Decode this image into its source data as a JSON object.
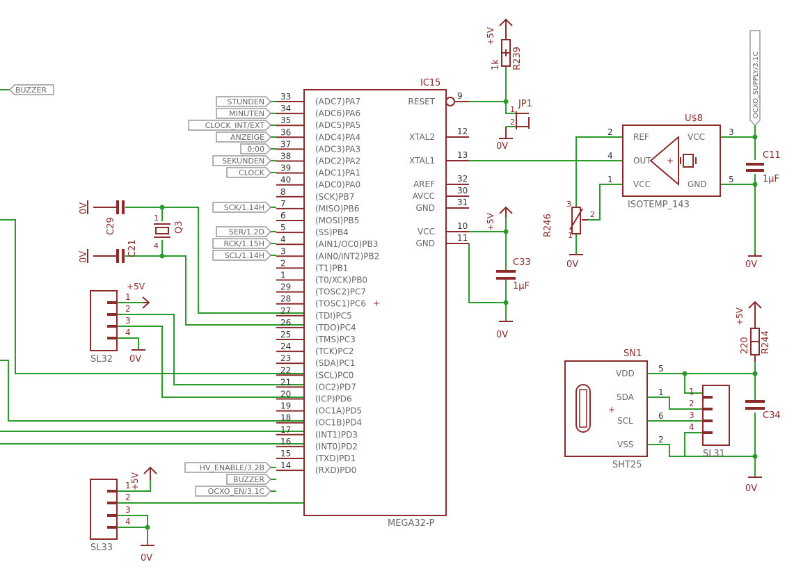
{
  "ic15": {
    "name": "IC15",
    "value": "MEGA32-P",
    "left_pins": [
      {
        "num": "33",
        "name": "(ADC7)PA7"
      },
      {
        "num": "34",
        "name": "(ADC6)PA6"
      },
      {
        "num": "35",
        "name": "(ADC5)PA5"
      },
      {
        "num": "36",
        "name": "(ADC4)PA4"
      },
      {
        "num": "37",
        "name": "(ADC3)PA3"
      },
      {
        "num": "38",
        "name": "(ADC2)PA2"
      },
      {
        "num": "39",
        "name": "(ADC1)PA1"
      },
      {
        "num": "40",
        "name": "(ADC0)PA0"
      },
      {
        "num": "8",
        "name": "(SCK)PB7"
      },
      {
        "num": "7",
        "name": "(MISO)PB6"
      },
      {
        "num": "6",
        "name": "(MOSI)PB5"
      },
      {
        "num": "5",
        "name": "(SS)PB4"
      },
      {
        "num": "4",
        "name": "(AIN1/OC0)PB3"
      },
      {
        "num": "3",
        "name": "(AIN0/INT2)PB2"
      },
      {
        "num": "2",
        "name": "(T1)PB1"
      },
      {
        "num": "1",
        "name": "(T0/XCK)PB0"
      },
      {
        "num": "29",
        "name": "(TOSC2)PC7"
      },
      {
        "num": "28",
        "name": "(TOSC1)PC6"
      },
      {
        "num": "27",
        "name": "(TDI)PC5"
      },
      {
        "num": "26",
        "name": "(TDO)PC4"
      },
      {
        "num": "25",
        "name": "(TMS)PC3"
      },
      {
        "num": "24",
        "name": "(TCK)PC2"
      },
      {
        "num": "23",
        "name": "(SDA)PC1"
      },
      {
        "num": "22",
        "name": "(SCL)PC0"
      },
      {
        "num": "21",
        "name": "(OC2)PD7"
      },
      {
        "num": "20",
        "name": "(ICP)PD6"
      },
      {
        "num": "19",
        "name": "(OC1A)PD5"
      },
      {
        "num": "18",
        "name": "(OC1B)PD4"
      },
      {
        "num": "17",
        "name": "(INT1)PD3"
      },
      {
        "num": "16",
        "name": "(INT0)PD2"
      },
      {
        "num": "15",
        "name": "(TXD)PD1"
      },
      {
        "num": "14",
        "name": "(RXD)PD0"
      }
    ],
    "right_pins": [
      {
        "num": "9",
        "name": "RESET"
      },
      {
        "num": "12",
        "name": "XTAL2"
      },
      {
        "num": "13",
        "name": "XTAL1"
      },
      {
        "num": "32",
        "name": "AREF"
      },
      {
        "num": "30",
        "name": "AVCC"
      },
      {
        "num": "31",
        "name": "GND"
      },
      {
        "num": "10",
        "name": "VCC"
      },
      {
        "num": "11",
        "name": "GND"
      }
    ]
  },
  "net_labels": [
    "BUZZER",
    "STUNDEN",
    "MINUTEN",
    "CLOCK_INT/EXT",
    "ANZEIGE",
    "0:00",
    "SEKUNDEN",
    "CLOCK",
    "SCK/1.14H",
    "SER/1.2D",
    "RCK/1.15H",
    "SCL/1.14H",
    "HV_ENABLE/3.2B",
    "BUZZER",
    "OCXO_EN/3.1C",
    "OCXO_SUPPLY/3.1C"
  ],
  "rails": {
    "vcc": "+5V",
    "gnd": "0V"
  },
  "parts": {
    "r239": {
      "name": "R239",
      "value": "1k"
    },
    "jp1": {
      "name": "JP1",
      "pins": [
        "1",
        "2"
      ]
    },
    "c29": {
      "name": "C29"
    },
    "c21": {
      "name": "C21"
    },
    "q3": {
      "name": "Q3",
      "pins": [
        "1",
        "4"
      ]
    },
    "c33": {
      "name": "C33",
      "value": "1µF"
    },
    "u8": {
      "name": "U$8",
      "value": "ISOTEMP_143",
      "pins": [
        "REF",
        "OUT",
        "VCC",
        "VCC",
        "GND"
      ],
      "pin_nums": [
        "2",
        "4",
        "1",
        "3",
        "5"
      ]
    },
    "c11": {
      "name": "C11",
      "value": "1µF"
    },
    "r246": {
      "name": "R246",
      "pins": [
        "3",
        "1",
        "2"
      ]
    },
    "sl32": {
      "name": "SL32",
      "pins": [
        "1",
        "2",
        "3",
        "4"
      ]
    },
    "sl33": {
      "name": "SL33",
      "pins": [
        "1",
        "2",
        "3",
        "4"
      ]
    },
    "sl31": {
      "name": "SL31",
      "pins": [
        "1",
        "2",
        "3",
        "4"
      ]
    },
    "sn1": {
      "name": "SN1",
      "value": "SHT25",
      "pins": [
        "VDD",
        "SDA",
        "SCL",
        "VSS"
      ],
      "pin_nums": [
        "5",
        "1",
        "6",
        "2"
      ]
    },
    "r244": {
      "name": "R244",
      "value": "220"
    },
    "c34": {
      "name": "C34"
    }
  }
}
